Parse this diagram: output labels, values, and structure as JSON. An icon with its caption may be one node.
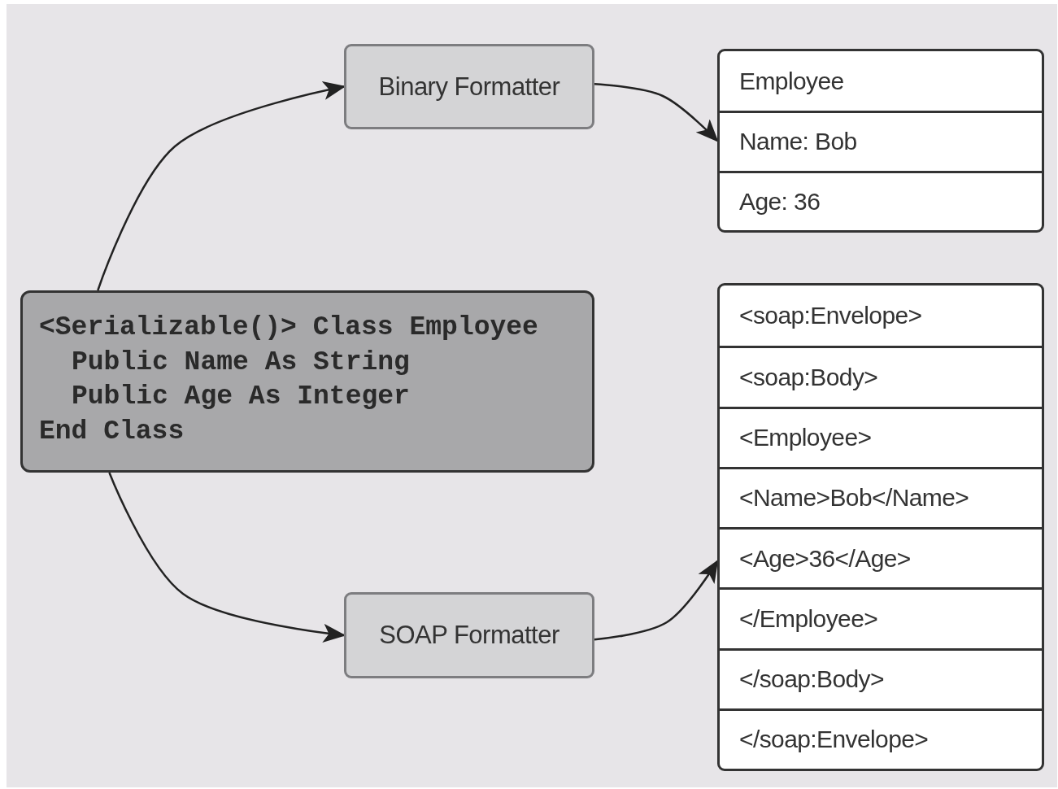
{
  "diagram": {
    "nodes": [
      {
        "text": [
          "<Serializable()> Class Employee",
          "Public Name As String",
          "Public Age As Integer",
          "End Class"
        ]
      },
      {
        "text": [
          "Binary Formatter"
        ]
      },
      {
        "text": [
          "SOAP Formatter"
        ]
      },
      {
        "text": [],
        "shape": "box"
      },
      {
        "text": [
          "Employee"
        ],
        "in": 3
      },
      {
        "text": [
          "Name: Bob"
        ],
        "in": 3
      },
      {
        "text": [
          "Age: 36"
        ],
        "in": 3
      },
      {
        "text": [],
        "shape": "box"
      },
      {
        "text": [
          "<soap:Envelope>"
        ],
        "in": 7
      },
      {
        "text": [
          "<soap:Body>"
        ],
        "in": 7
      },
      {
        "text": [
          "<Employee>"
        ],
        "in": 7
      },
      {
        "text": [
          "<Name>Bob</Name>"
        ],
        "in": 7
      },
      {
        "text": [
          "<Age>36</Age>"
        ],
        "in": 7
      },
      {
        "text": [
          "</Employee>"
        ],
        "in": 7
      },
      {
        "text": [
          "</soap:Body>"
        ],
        "in": 7
      },
      {
        "text": [
          "</soap:Envelope>"
        ],
        "in": 7
      }
    ],
    "edges": [
      {
        "from": 0,
        "to": 1,
        "arrow": "to"
      },
      {
        "from": 1,
        "to": 3,
        "arrow": "to"
      },
      {
        "from": 0,
        "to": 2,
        "arrow": "to"
      },
      {
        "from": 2,
        "to": 7,
        "arrow": "to"
      }
    ]
  }
}
